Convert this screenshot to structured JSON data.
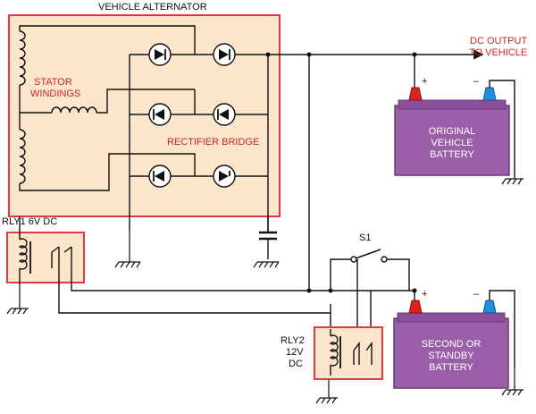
{
  "labels": {
    "alternator": "VEHICLE ALTERNATOR",
    "stator_line1": "STATOR",
    "stator_line2": "WINDINGS",
    "rectifier": "RECTIFIER BRIDGE",
    "dc_output_line1": "DC OUTPUT",
    "dc_output_line2": "TO VEHICLE",
    "battery1_line1": "ORIGINAL",
    "battery1_line2": "VEHICLE",
    "battery1_line3": "BATTERY",
    "battery2_line1": "SECOND OR",
    "battery2_line2": "STANDBY",
    "battery2_line3": "BATTERY",
    "rly1": "RLY1  6V DC",
    "rly2_line1": "RLY2",
    "rly2_line2": "12V",
    "rly2_line3": "DC",
    "switch": "S1",
    "plus": "+",
    "minus": "–"
  },
  "colors": {
    "box_fill": "#fbe6cc",
    "box_stroke": "#e03a3e",
    "label_red": "#d2232a",
    "battery_fill": "#9b5ea8",
    "battery_stroke": "#6b3a78",
    "terminal_positive": "#e02020",
    "terminal_negative": "#1f8fe0",
    "wire": "#111111"
  }
}
